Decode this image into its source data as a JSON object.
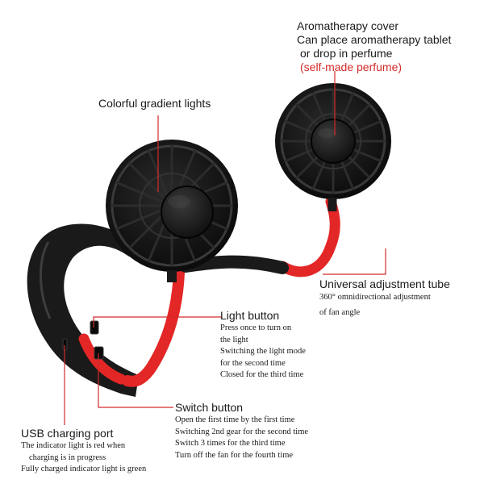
{
  "colors": {
    "accent": "#e32626",
    "callout_line": "#d42a2a",
    "device_body": "#1a1a1a"
  },
  "labels": {
    "aroma": {
      "title": "Aromatherapy cover",
      "line1": "Can place aromatherapy tablet",
      "line2": "or drop in perfume",
      "note": "(self-made perfume)"
    },
    "gradient": {
      "title": "Colorful gradient lights"
    },
    "tube": {
      "title": "Universal adjustment tube",
      "line1": "360° omnidirectional adjustment",
      "line2": "of fan angle"
    },
    "light": {
      "title": "Light button",
      "lines": [
        "Press once to turn on",
        "the light",
        "Switching the light mode",
        "for the second time",
        "Closed for the third time"
      ]
    },
    "switch": {
      "title": "Switch button",
      "lines": [
        "Open the first time by the first time",
        "Switching 2nd gear for the second time",
        "Switch 3 times for the third time",
        "Turn off the fan for the fourth time"
      ]
    },
    "usb": {
      "title": "USB charging port",
      "lines": [
        "The indicator light is red when",
        "charging is in progress",
        "Fully charged indicator light is green"
      ]
    }
  }
}
